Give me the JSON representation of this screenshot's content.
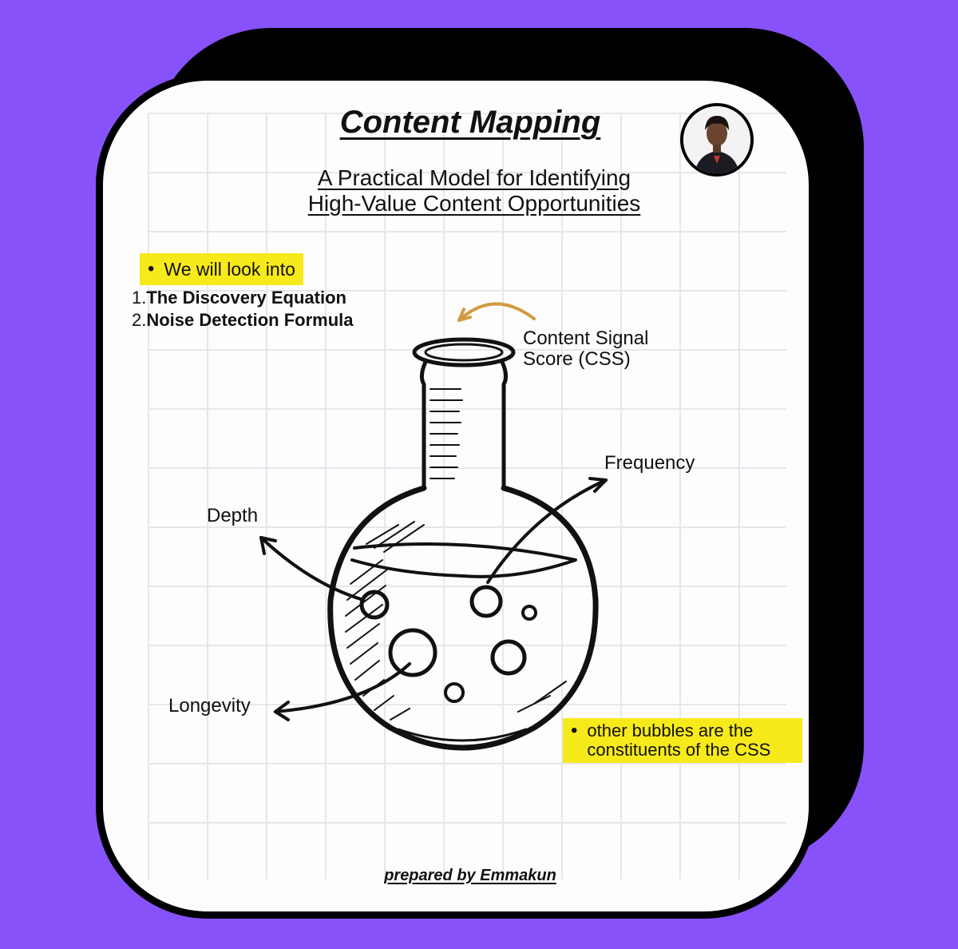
{
  "title": "Content Mapping",
  "subtitle_line1": "A Practical Model for Identifying",
  "subtitle_line2": "High-Value Content Opportunities",
  "intro_highlight": "We will look into",
  "list": [
    {
      "num": "1.",
      "text": "The Discovery Equation"
    },
    {
      "num": "2.",
      "text": "Noise Detection Formula"
    }
  ],
  "labels": {
    "css_line1": "Content Signal",
    "css_line2": "Score (CSS)",
    "frequency": "Frequency",
    "depth": "Depth",
    "longevity": "Longevity"
  },
  "note_highlight": "other bubbles are the constituents of the CSS",
  "footer": "prepared by Emmakun",
  "colors": {
    "background": "#8752fa",
    "card": "#fdfdfd",
    "highlight": "#f7ea1a",
    "arrow_accent": "#d39a43"
  }
}
